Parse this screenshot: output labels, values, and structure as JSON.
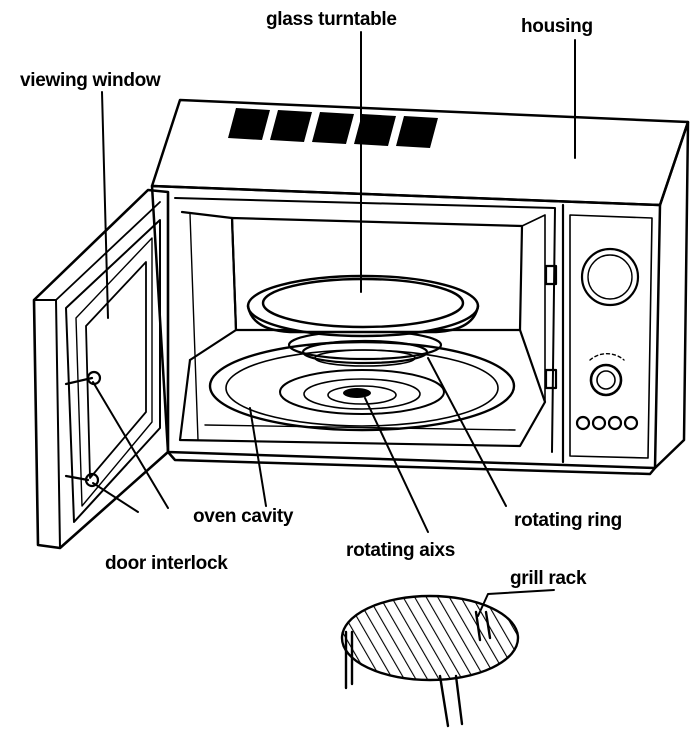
{
  "labels": {
    "glass_turntable": "glass turntable",
    "housing": "housing",
    "viewing_window": "viewing window",
    "oven_cavity": "oven cavity",
    "rotating_ring": "rotating ring",
    "rotating_axis": "rotating aixs",
    "door_interlock": "door interlock",
    "grill_rack": "grill rack"
  },
  "colors": {
    "ink": "#000000",
    "background": "#ffffff"
  }
}
